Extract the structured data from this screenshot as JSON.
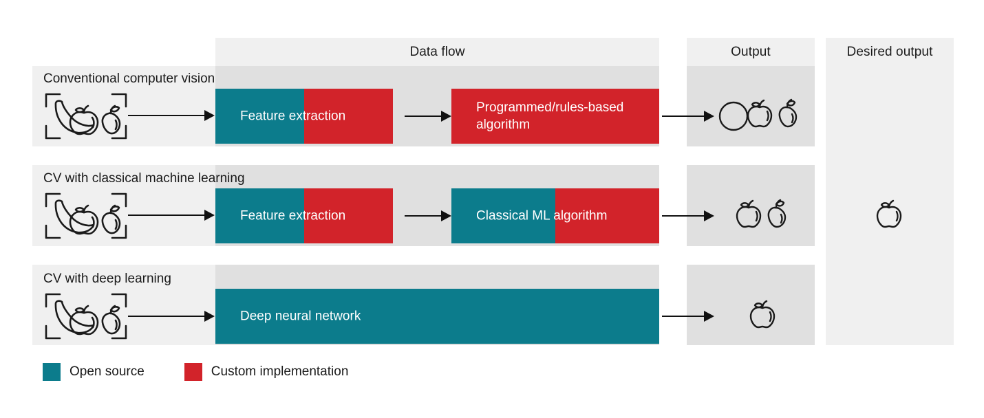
{
  "columns": {
    "data_flow": {
      "title": "Data flow"
    },
    "output": {
      "title": "Output"
    },
    "desired_output": {
      "title": "Desired output"
    }
  },
  "rows": [
    {
      "label": "Conventional computer vision",
      "input_icon": "fruit-scan-frame-icon",
      "stages": [
        {
          "label": "Feature extraction",
          "teal_percent": 50,
          "red_percent": 50
        },
        {
          "label": "Programmed/rules-based algorithm",
          "teal_percent": 0,
          "red_percent": 100
        }
      ],
      "output_icons": [
        "circle-icon",
        "apple-icon",
        "pear-icon"
      ],
      "desired_output_icons": []
    },
    {
      "label": "CV with classical machine learning",
      "input_icon": "fruit-scan-frame-icon",
      "stages": [
        {
          "label": "Feature extraction",
          "teal_percent": 50,
          "red_percent": 50
        },
        {
          "label": "Classical ML algorithm",
          "teal_percent": 50,
          "red_percent": 50
        }
      ],
      "output_icons": [
        "apple-icon",
        "pear-icon"
      ],
      "desired_output_icons": [
        "apple-icon"
      ]
    },
    {
      "label": "CV with deep learning",
      "input_icon": "fruit-scan-frame-icon",
      "stages": [
        {
          "label": "Deep neural network",
          "teal_percent": 100,
          "red_percent": 0
        }
      ],
      "output_icons": [
        "apple-icon"
      ],
      "desired_output_icons": []
    }
  ],
  "legend": [
    {
      "label": "Open source",
      "color": "#0c7c8c"
    },
    {
      "label": "Custom implementation",
      "color": "#d2232a"
    }
  ],
  "colors": {
    "teal": "#0c7c8c",
    "red": "#d2232a",
    "panel_light": "#f0f0f0",
    "panel_mid": "#e0e0e0",
    "text": "#1a1a1a",
    "background": "#ffffff"
  }
}
